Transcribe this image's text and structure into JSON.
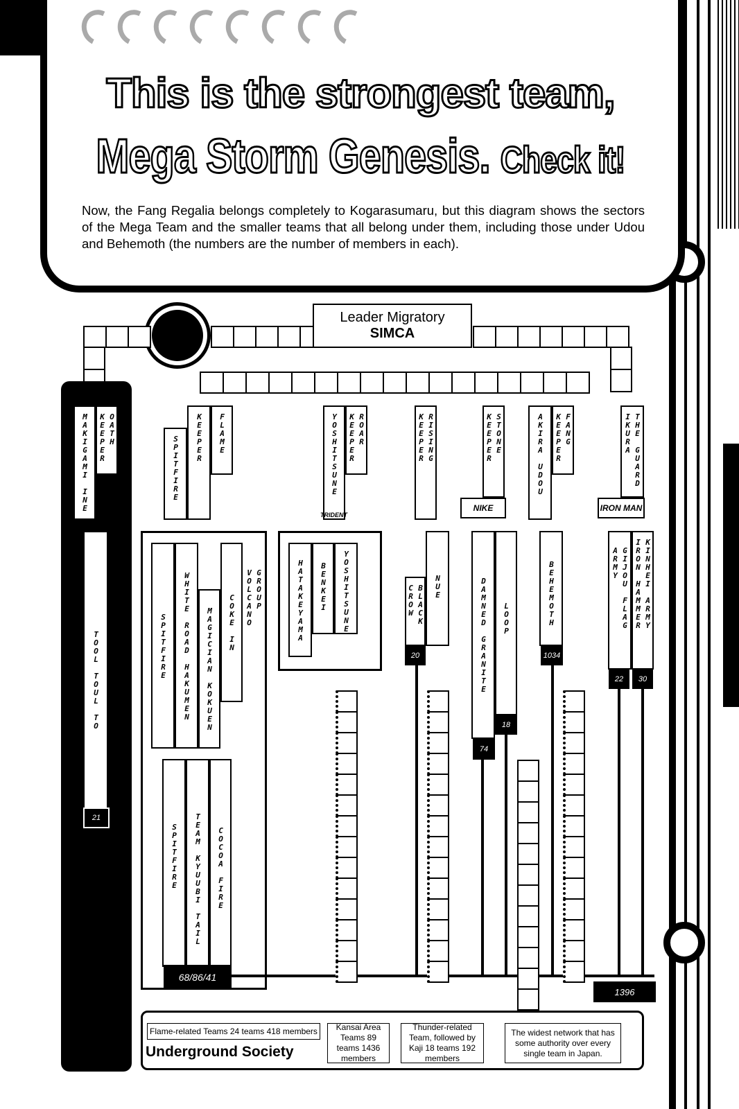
{
  "header": {
    "title_line1": "This is the strongest team,",
    "title_line2": "Mega Storm Genesis.",
    "title_line2b": "Check it!",
    "intro": "Now, the Fang Regalia belongs completely to Kogarasumaru, but this diagram shows the sectors of the Mega Team and the smaller teams that all belong under them, including those under Udou and Behemoth (the numbers are the number of members in each)."
  },
  "leader": {
    "label": "Leader Migratory",
    "name": "SIMCA"
  },
  "branches": {
    "makigami": "MAKIGAMI INE",
    "oath": "OATH KEEPER",
    "spitfire": "SPITFIRE",
    "keeper": "KEEPER",
    "flame": "FLAME",
    "yoshitsune": "YOSHITSUNE",
    "roar": "ROAR KEEPER",
    "trident": "TRIDENT",
    "rising": "RISING KEEPER",
    "stone": "STONE KEEPER",
    "nike": "NIKE",
    "akira": "AKIRA UDOU",
    "fang": "FANG KEEPER",
    "guard": "THE GUARD IKURA",
    "ironman": "IRON MAN"
  },
  "teams": {
    "tool": "TOOL TOUL TO",
    "spitfire_t": "SPITFIRE",
    "white_road": "WHITE ROAD HAKUMEN",
    "magician": "MAGICIAN KOKUEN",
    "coke": "COKE IN",
    "volcano": "GROUP VOLCANO",
    "spitfire_b": "SPITFIRE",
    "kyuubi": "TEAM KYUUBI TAIL",
    "cocoa": "COCOA FIRE",
    "hatakeyama": "HATAKEYAMA",
    "benkei": "BENKEI",
    "yoshitsune_t": "YOSHITSUNE",
    "black_crow": "BLACK CROW",
    "nue": "NUE",
    "damned": "DAMNED GRANITE",
    "loop": "LOOP",
    "behemoth": "BEHEMOTH",
    "gijou": "GIJOU FLAG ARMY",
    "kinhei": "KINHEI ARMY IRON HAMMER"
  },
  "counts": {
    "c21": "21",
    "c688641": "68/86/41",
    "c20": "20",
    "c74": "74",
    "c18": "18",
    "c1034": "1034",
    "c22": "22",
    "c30": "30",
    "c1396": "1396"
  },
  "footer": {
    "flame": "Flame-related Teams 24 teams 418 members",
    "underground": "Underground Society",
    "kansai": "Kansai Area Teams 89 teams 1436 members",
    "thunder": "Thunder-related Team, followed by Kaji 18 teams 192 members",
    "widest": "The widest network that has some authority over every single team in Japan."
  }
}
